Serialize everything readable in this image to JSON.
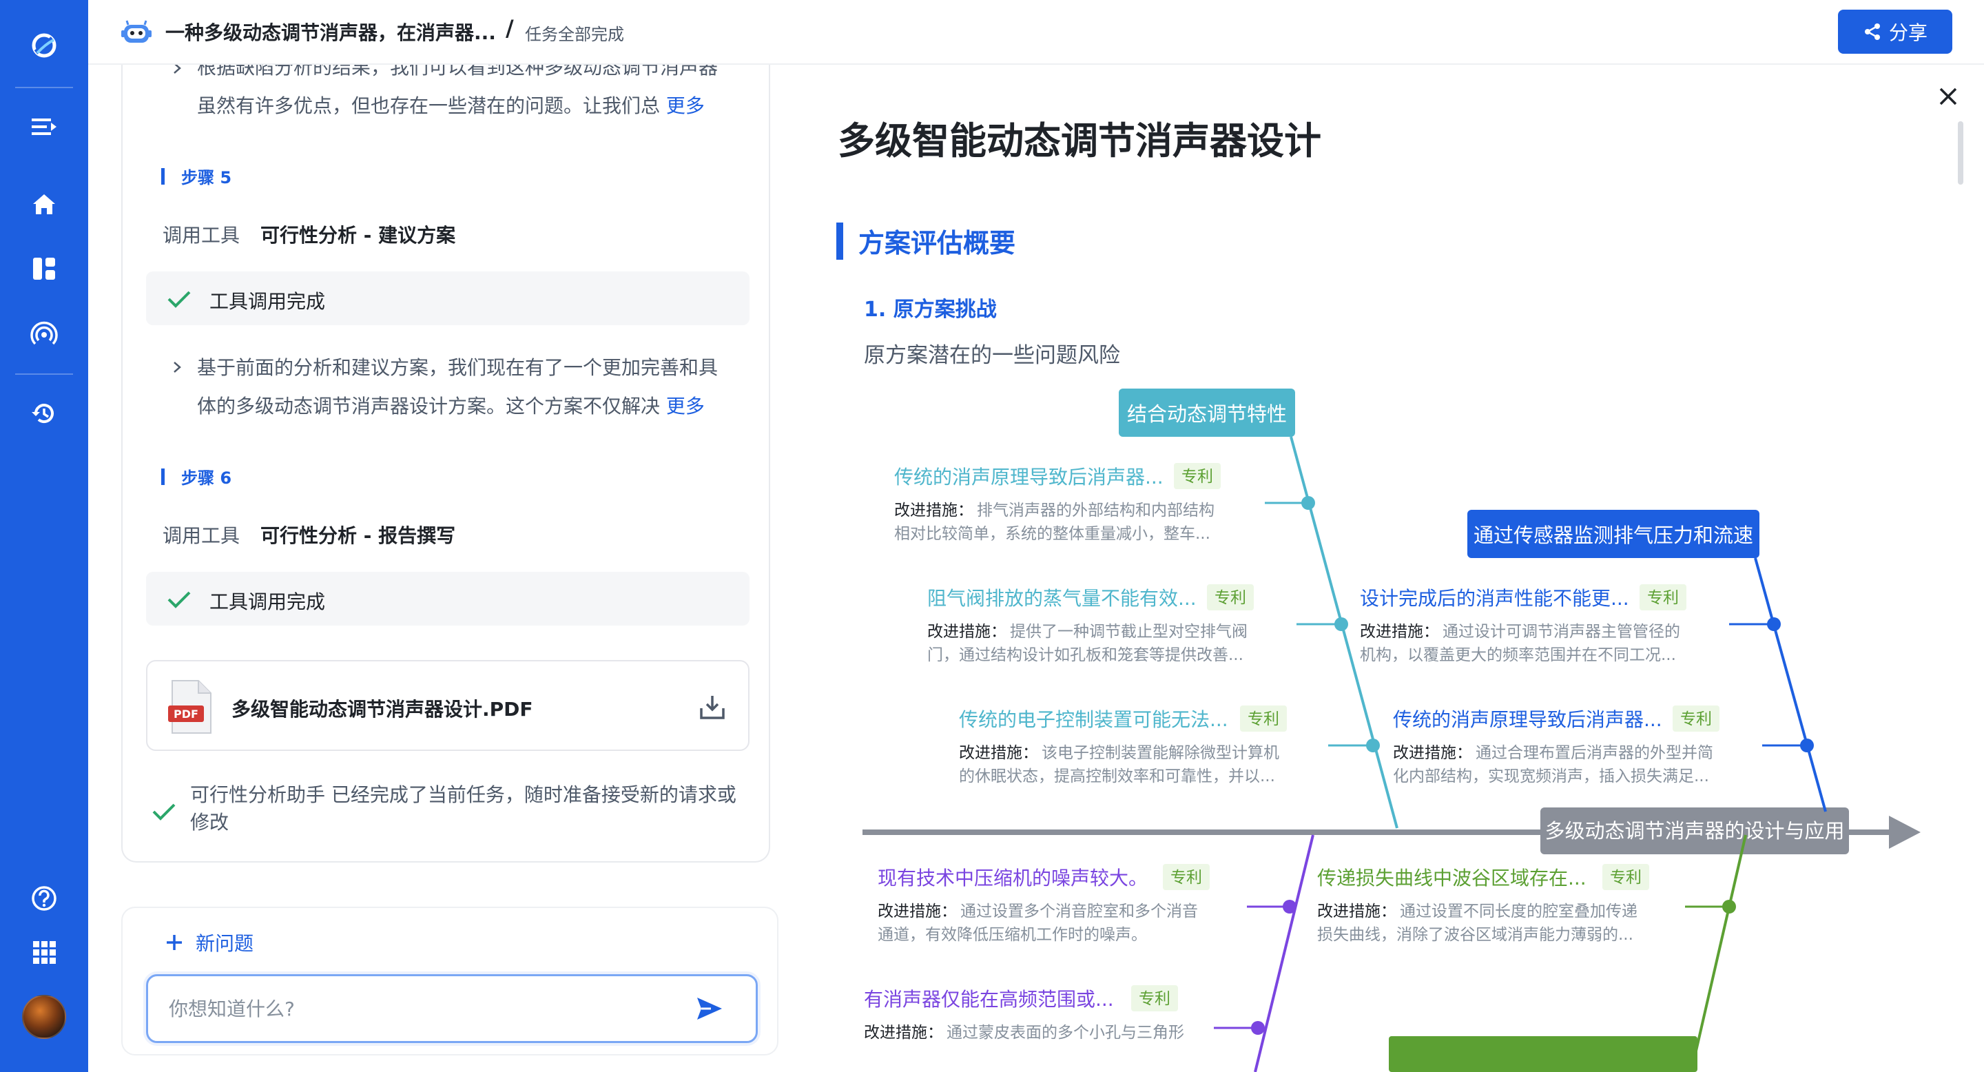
{
  "header": {
    "conversation_title": "一种多级动态调节消声器，在消声器...",
    "separator": "/",
    "task_status": "任务全部完成",
    "share_label": "分享"
  },
  "rail": {
    "icons": [
      "logo-icon",
      "collapse-menu-icon",
      "home-icon",
      "apps-grid-icon",
      "broadcast-icon",
      "history-icon",
      "help-icon",
      "grid-menu-icon",
      "user-avatar"
    ]
  },
  "chat": {
    "step4_text_line1": "根据缺陷分析的结果，我们可以看到这种多级动态调节消声器",
    "step4_text_line2": "虽然有许多优点，但也存在一些潜在的问题。让我们总",
    "more_label": "更多",
    "step5": {
      "label": "步骤 5",
      "tool_prefix": "调用工具",
      "tool_name": "可行性分析 - 建议方案",
      "tool_status": "工具调用完成",
      "text_line1": "基于前面的分析和建议方案，我们现在有了一个更加完善和具",
      "text_line2": "体的多级动态调节消声器设计方案。这个方案不仅解决"
    },
    "step6": {
      "label": "步骤 6",
      "tool_prefix": "调用工具",
      "tool_name": "可行性分析 - 报告撰写",
      "tool_status": "工具调用完成"
    },
    "pdf_file": "多级智能动态调节消声器设计.PDF",
    "pdf_badge": "PDF",
    "completion_text": "可行性分析助手 已经完成了当前任务，随时准备接受新的请求或修改"
  },
  "input": {
    "new_question_label": "新问题",
    "placeholder": "你想知道什么?"
  },
  "doc": {
    "title": "多级智能动态调节消声器设计",
    "section_title": "方案评估概要",
    "subsection_title": "1. 原方案挑战",
    "subsection_desc": "原方案潜在的一些问题风险",
    "fishbone": {
      "head_label": "多级动态调节消声器的设计与应用",
      "categories": [
        {
          "label": "结合动态调节特性",
          "color": "#4fb6cc"
        },
        {
          "label": "通过传感器监测排气压力和流速",
          "color": "#1d5fe0"
        }
      ],
      "measure_prefix": "改进措施：",
      "tag": "专利",
      "items": [
        {
          "title": "传统的消声原理导致后消声器...",
          "line1": "排气消声器的外部结构和内部结构",
          "line2": "相对比较简单，系统的整体重量减小，整车...",
          "color": "#4fb6cc"
        },
        {
          "title": "阻气阀排放的蒸气量不能有效...",
          "line1": "提供了一种调节截止型对空排气阀",
          "line2": "门，通过结构设计如孔板和笼套等提供改善...",
          "color": "#4fb6cc"
        },
        {
          "title": "传统的电子控制装置可能无法...",
          "line1": "该电子控制装置能解除微型计算机",
          "line2": "的休眠状态，提高控制效率和可靠性，并以...",
          "color": "#4fb6cc"
        },
        {
          "title": "设计完成后的消声性能不能更...",
          "line1": "通过设计可调节消声器主管管径的",
          "line2": "机构，以覆盖更大的频率范围并在不同工况...",
          "color": "#1d5fe0"
        },
        {
          "title": "传统的消声原理导致后消声器...",
          "line1": "通过合理布置后消声器的外型并简",
          "line2": "化内部结构，实现宽频消声，插入损失满足...",
          "color": "#1d5fe0"
        },
        {
          "title": "现有技术中压缩机的噪声较大。",
          "line1": "通过设置多个消音腔室和多个消音",
          "line2": "通道，有效降低压缩机工作时的噪声。",
          "color": "#7a45e0"
        },
        {
          "title": "有消声器仅能在高频范围或...",
          "line1": "通过蒙皮表面的多个小孔与三角形",
          "line2": "",
          "color": "#7a45e0"
        },
        {
          "title": "传递损失曲线中波谷区域存在...",
          "line1": "通过设置不同长度的腔室叠加传递",
          "line2": "损失曲线，消除了波谷区域消声能力薄弱的...",
          "color": "#5ca033"
        }
      ]
    }
  },
  "colors": {
    "accent": "#1d5fe0",
    "cyan_branch": "#4fb6cc",
    "blue_branch": "#1d5fe0",
    "purple_branch": "#7a45e0",
    "green_branch": "#5ca033",
    "spine": "#8a8f99"
  }
}
